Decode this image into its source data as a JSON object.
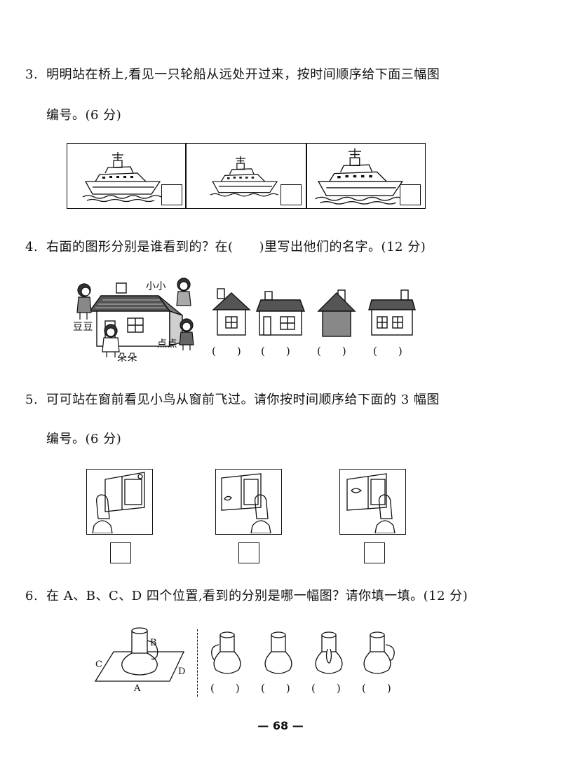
{
  "page_number": "68",
  "q3": {
    "number": "3.",
    "line1": "明明站在桥上,看见一只轮船从远处开过来，按时间顺序给下面三幅图",
    "line2": "编号。(6 分)"
  },
  "q4": {
    "number": "4.",
    "text": "右面的图形分别是谁看到的？在(　　)里写出他们的名字。(12 分)",
    "names": {
      "xiaoxiao": "小小",
      "doudou": "豆豆",
      "diandian": "点点",
      "duoduo": "朵朵"
    },
    "blank": "(　　)"
  },
  "q5": {
    "number": "5.",
    "line1": "可可站在窗前看见小鸟从窗前飞过。请你按时间顺序给下面的 3 幅图",
    "line2": "编号。(6 分)"
  },
  "q6": {
    "number": "6.",
    "text": "在 A、B、C、D 四个位置,看到的分别是哪一幅图？请你填一填。(12 分)",
    "labels": {
      "a": "A",
      "b": "B",
      "c": "C",
      "d": "D"
    },
    "blank": "(　　)"
  }
}
